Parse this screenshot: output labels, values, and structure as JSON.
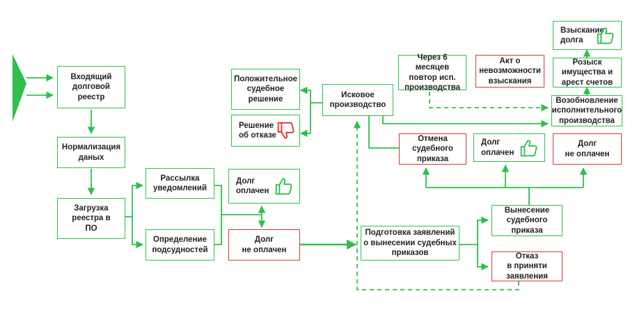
{
  "colors": {
    "accent": "#2fbf4a",
    "negative": "#d03a3a",
    "text": "#222222"
  },
  "nodes": {
    "incoming": "Входящий\nдолговой\nреестр",
    "normalize": "Нормализация\nданых",
    "load": "Загрузка\nреестра в\nПО",
    "notify": "Рассылка\nуведомлений",
    "jurisdiction": "Определение\nподсудностей",
    "paid1": "Долг\nоплачен",
    "unpaid1": "Долг\nне оплачен",
    "positive": "Положительное\nсудебное\nрешение",
    "refusal": "Решение\nоб отказе",
    "lawsuit": "Исковое\nпроизводство",
    "prepare": "Подготовка заявлений\nо вынесении судебных\nприказов",
    "issue": "Вынесение\nсудебного\nприказа",
    "reject": "Отказ\nв приняти\nзаявления",
    "cancel": "Отмена\nсудебного\nприказа",
    "paid2": "Долг\nоплачен",
    "unpaid2": "Долг\nне оплачен",
    "six_months": "Через 6 месяцев\nповтор исп.\nпроизводства",
    "act": "Акт о\nневозможности\nвзыскания",
    "search": "Розыск\nимущества и\nарест счетов",
    "resume": "Возобновление\nисполнительного\nпроизводства",
    "collect": "Взыскание\nдолга"
  },
  "icons": {
    "paid1": "thumbs-up-icon",
    "paid2": "thumbs-up-icon",
    "collect": "thumbs-up-icon",
    "refusal": "thumbs-down-icon"
  }
}
